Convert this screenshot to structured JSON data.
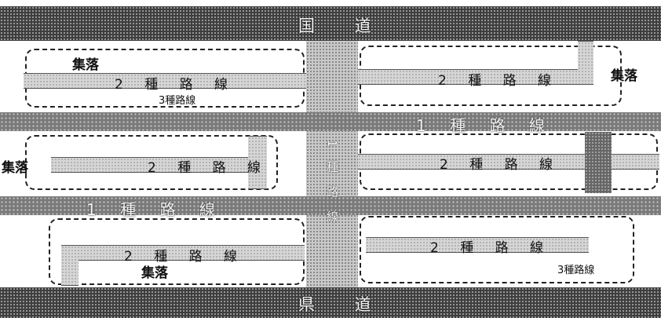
{
  "roads": {
    "national": "国 道",
    "prefectural": "県 道",
    "first_class_upper": "1 種 路 線",
    "first_class_lower": "1 種 路 線",
    "first_class_vertical": "1 種 路 線"
  },
  "second_class": [
    "2 種 路 線",
    "2 種 路 線",
    "2 種 路 線",
    "2 種 路 線",
    "2 種 路 線",
    "2 種 路 線"
  ],
  "third_class": [
    "3種路線",
    "3種路線"
  ],
  "settlements": [
    "集落",
    "集落",
    "集落",
    "集落"
  ]
}
